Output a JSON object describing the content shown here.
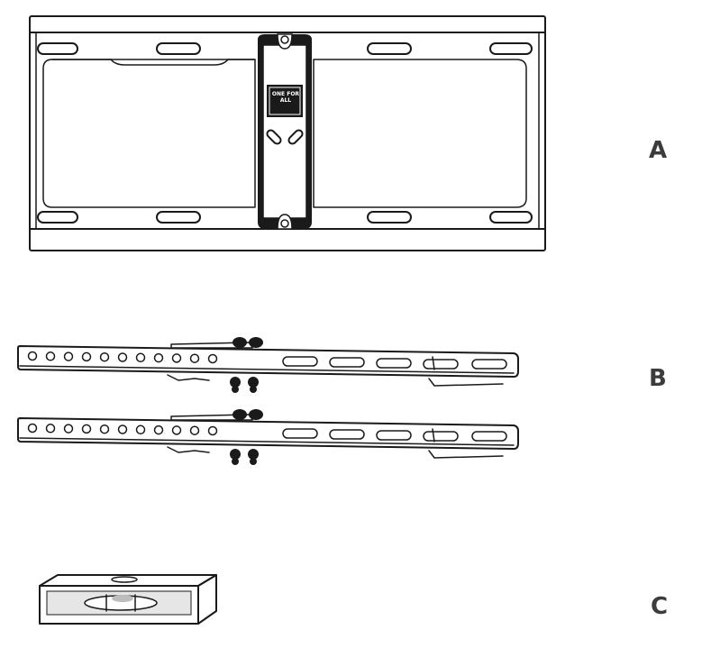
{
  "parts": [
    {
      "id": "A",
      "label": "A",
      "name": "wall-plate"
    },
    {
      "id": "B",
      "label": "B",
      "name": "mounting-arms"
    },
    {
      "id": "C",
      "label": "C",
      "name": "bubble-level"
    }
  ],
  "logo_text": "ONE FOR ALL",
  "colors": {
    "ink": "#1a1a1a",
    "label": "#3c3c3c",
    "level_fill": "#e6e6e6",
    "bubble": "#bdbdbd"
  }
}
